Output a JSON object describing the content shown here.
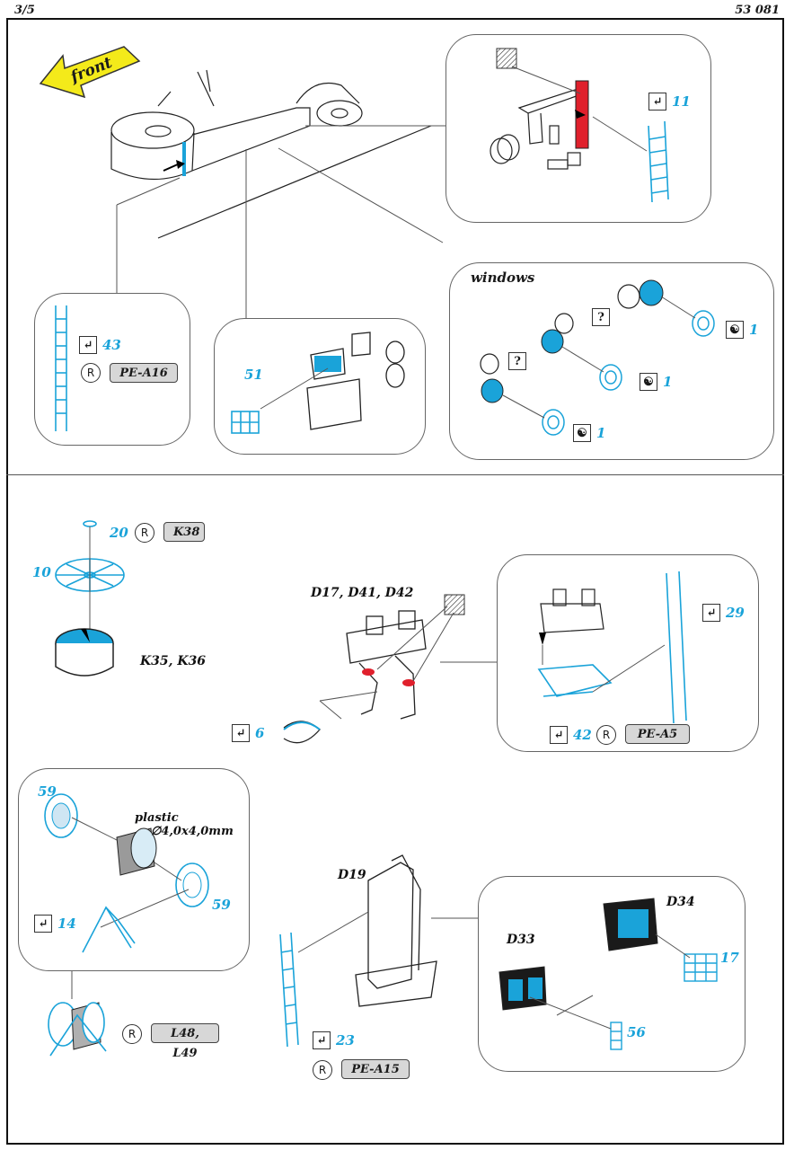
{
  "header": {
    "page": "3/5",
    "code": "53 081"
  },
  "colors": {
    "accent_blue": "#1aa3d9",
    "red": "#e0202c",
    "yellow": "#f4ea1a",
    "grey_tag": "#d7d7d7"
  },
  "top": {
    "front_label": "front",
    "windows_label": "windows",
    "part_11": "11",
    "part_43": "43",
    "tag_pe_a16": "PE-A16",
    "part_51": "51",
    "window_parts": [
      "1",
      "1",
      "1"
    ],
    "question_marks": [
      "?",
      "?"
    ]
  },
  "bottom": {
    "part_20": "20",
    "tag_k38": "K38",
    "part_10": "10",
    "label_k35_k36": "K35, K36",
    "label_d17": "D17, D41, D42",
    "part_6": "6",
    "part_29": "29",
    "part_42": "42",
    "tag_pe_a5": "PE-A5",
    "part_59a": "59",
    "part_59b": "59",
    "plastic_label": "plastic",
    "plastic_dim": "∅4,0x4,0mm",
    "part_14": "14",
    "tag_l48_l49": "L48, L49",
    "label_d19": "D19",
    "part_23": "23",
    "tag_pe_a15": "PE-A15",
    "label_d34": "D34",
    "label_d33": "D33",
    "part_17": "17",
    "part_56": "56"
  },
  "icons": {
    "bend": "bend-icon",
    "resin_r": "resin-replace-icon",
    "yin_yang": "glue-icon",
    "question": "question-icon",
    "hatched": "etch-plate-icon"
  },
  "glyphs": {
    "bend": "↵",
    "r": "R",
    "yin": "☯",
    "q": "?"
  }
}
